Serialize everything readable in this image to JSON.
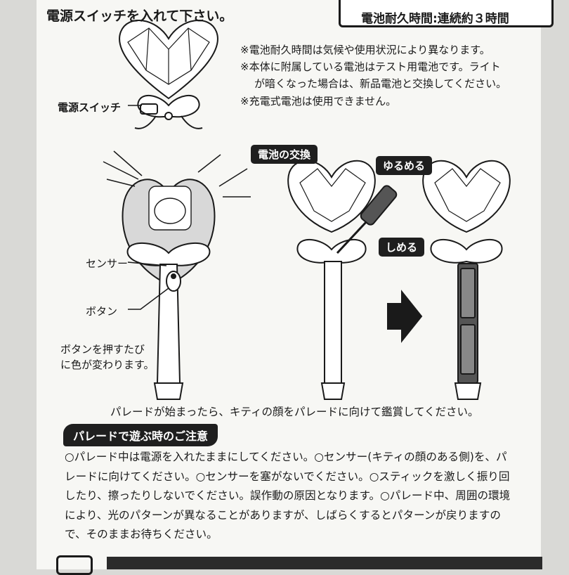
{
  "header": {
    "instruction": "電源スイッチを入れて下さい。"
  },
  "spec": {
    "battery_life": "電池耐久時間:連続約３時間"
  },
  "notes": [
    "※電池耐久時間は気候や使用状況により異なります。",
    "※本体に附属している電池はテスト用電池です。ライト",
    "が暗くなった場合は、新品電池と交換してください。",
    "※充電式電池は使用できません。"
  ],
  "labels": {
    "power_switch": "電源スイッチ",
    "battery_replacement": "電池の交換",
    "loosen": "ゆるめる",
    "tighten": "しめる",
    "sensor": "センサー",
    "button": "ボタン",
    "button_desc": [
      "ボタンを押すたび",
      "に色が変わります。"
    ]
  },
  "caption": "パレードが始まったら、キティの顔をパレードに向けて鑑賞してください。",
  "section": {
    "title": "パレードで遊ぶ時のご注意",
    "body": "○パレード中は電源を入れたままにしてください。○センサー(キティの顔のある側)を、パレードに向けてください。○センサーを塞がないでください。○スティックを激しく振り回したり、擦ったりしないでください。誤作動の原因となります。○パレード中、周囲の環境により、光のパターンが異なることがありますが、しばらくするとパターンが戻りますので、そのままお待ちください。"
  }
}
